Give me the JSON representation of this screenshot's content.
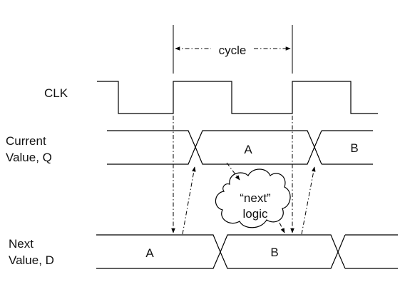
{
  "diagram": {
    "signals": {
      "clk": "CLK",
      "current_line1": "Current",
      "current_line2": "Value, Q",
      "next_line1": "Next",
      "next_line2": "Value, D"
    },
    "cycle_label": "cycle",
    "q_values": [
      "A",
      "B"
    ],
    "d_values": [
      "A",
      "B"
    ],
    "cloud_line1": "“next”",
    "cloud_line2": "logic"
  }
}
